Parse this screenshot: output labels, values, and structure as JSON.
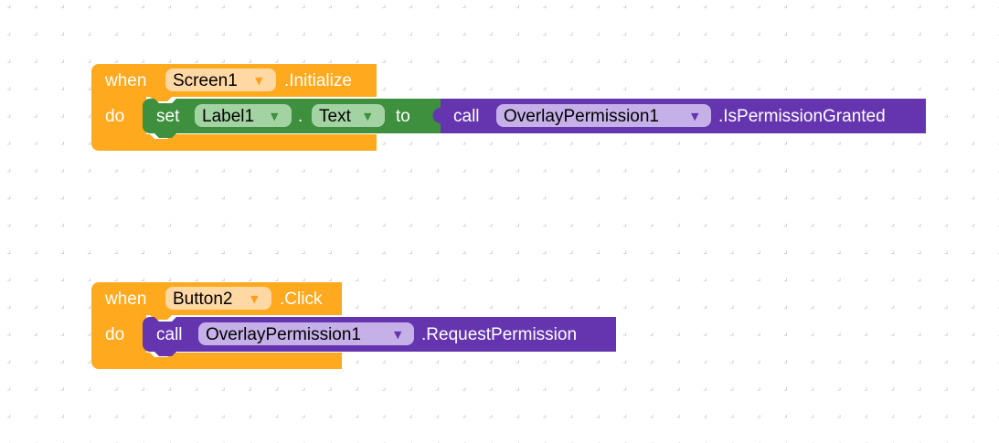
{
  "workspace": {
    "colors": {
      "event": "#ffa91f",
      "event_dropdown": "#ffd8a3",
      "event_dropdown_arrow": "#ff9e1a",
      "setter": "#3e8f3e",
      "setter_dropdown": "#a3d3a3",
      "setter_dropdown_arrow": "#3e8f3e",
      "method": "#6535b0",
      "method_dropdown": "#c6b0e8",
      "method_dropdown_arrow": "#6535b0",
      "grid": "#cfcfcf"
    }
  },
  "block1": {
    "when": "when",
    "component": "Screen1",
    "event": ".Initialize",
    "do": "do",
    "set": "set",
    "target": "Label1",
    "dot": ".",
    "property": "Text",
    "to": "to",
    "call": "call",
    "call_component": "OverlayPermission1",
    "method": ".IsPermissionGranted"
  },
  "block2": {
    "when": "when",
    "component": "Button2",
    "event": ".Click",
    "do": "do",
    "call": "call",
    "call_component": "OverlayPermission1",
    "method": ".RequestPermission"
  },
  "icons": {
    "dropdown": "dropdown-arrow-icon",
    "dropdown_glyph": "▼"
  }
}
